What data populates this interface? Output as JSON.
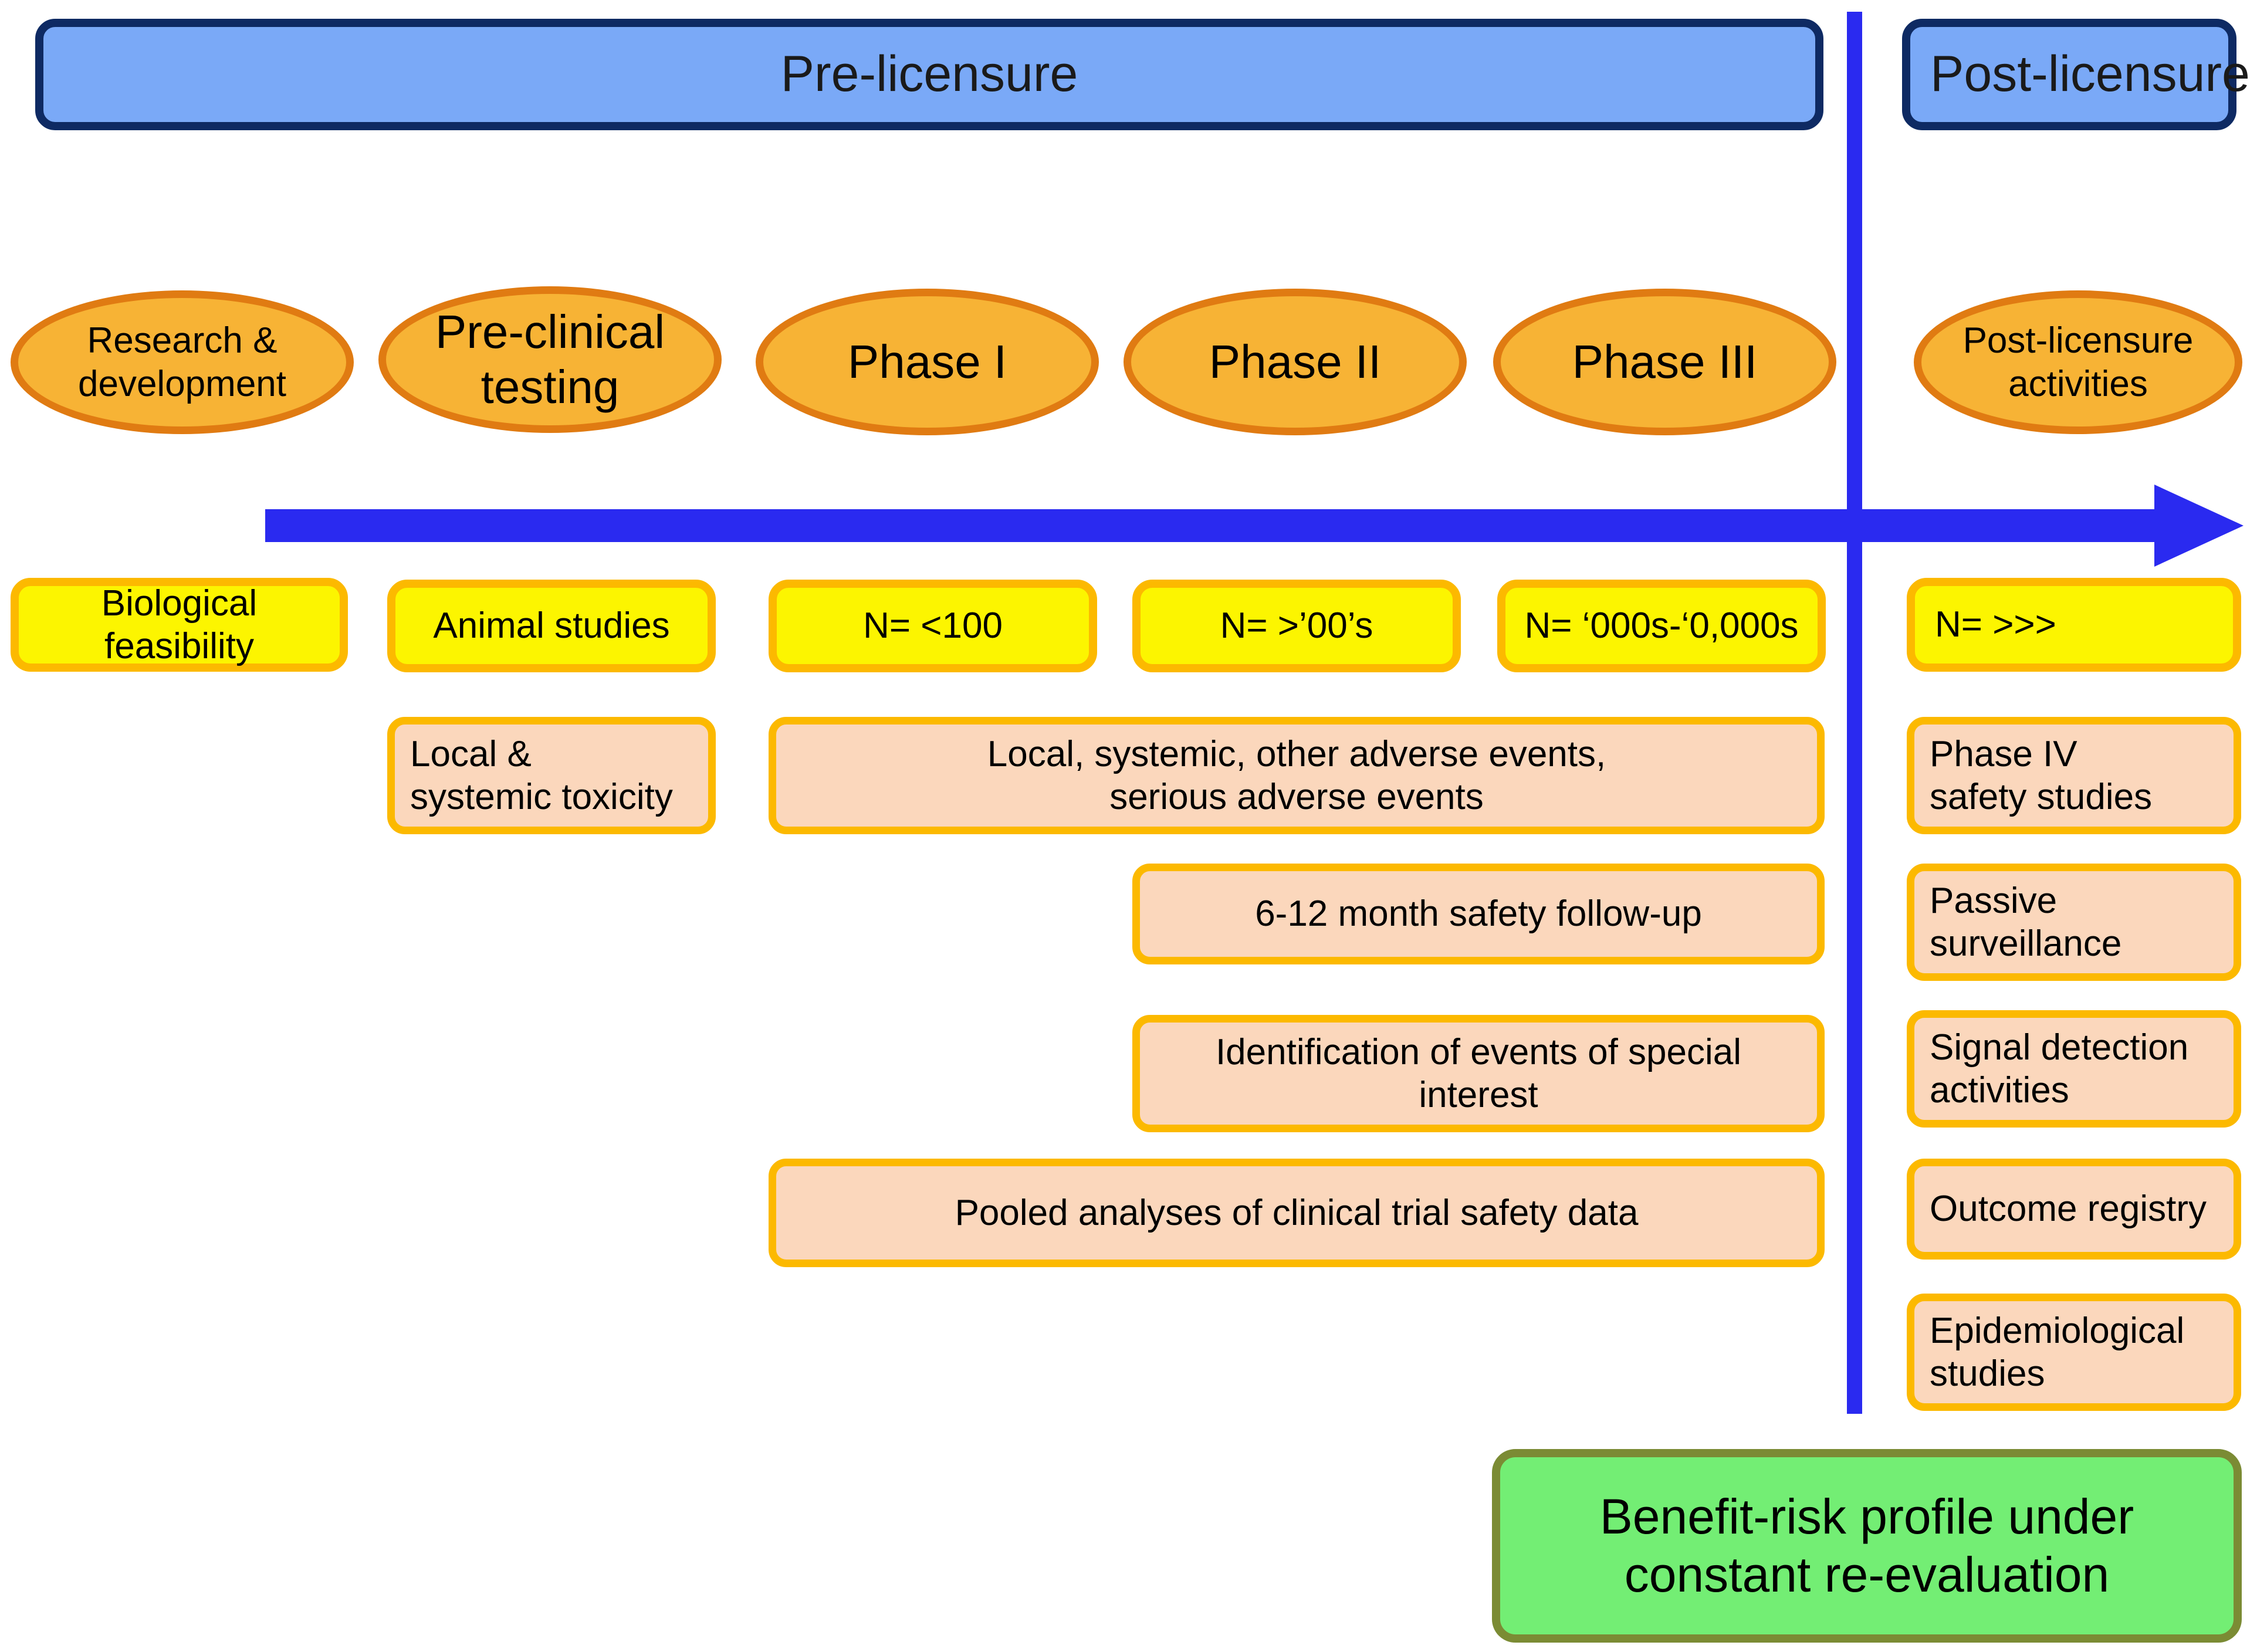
{
  "diagram": {
    "title": "Vaccine safety evaluation across pre-licensure and post-licensure phases",
    "colors": {
      "band_fill": "#7aa9f7",
      "band_border": "#0e2a63",
      "oval_fill": "#f7b335",
      "oval_border": "#e07b12",
      "yellow_fill": "#fcf500",
      "yellow_border": "#fcb900",
      "peach_fill": "#fbd7bc",
      "peach_border": "#fcb900",
      "green_fill": "#73ee74",
      "green_border": "#7b8b34",
      "arrow": "#2a2af0"
    }
  },
  "bands": [
    {
      "id": "pre",
      "label": "Pre-licensure"
    },
    {
      "id": "post",
      "label": "Post-licensure"
    }
  ],
  "stages": [
    {
      "id": "research-development",
      "label": "Research &\ndevelopment"
    },
    {
      "id": "pre-clinical-testing",
      "label": "Pre-clinical\ntesting"
    },
    {
      "id": "phase-1",
      "label": "Phase I"
    },
    {
      "id": "phase-2",
      "label": "Phase II"
    },
    {
      "id": "phase-3",
      "label": "Phase III"
    },
    {
      "id": "post-licensure-activities",
      "label": "Post-licensure\nactivities"
    }
  ],
  "sample_sizes": [
    {
      "id": "biological-feasibility",
      "label": "Biological\nfeasibility"
    },
    {
      "id": "animal-studies",
      "label": "Animal studies"
    },
    {
      "id": "n-phase-1",
      "label": "N= <100"
    },
    {
      "id": "n-phase-2",
      "label": "N= >’00’s"
    },
    {
      "id": "n-phase-3",
      "label": "N= ‘000s-‘0,000s"
    },
    {
      "id": "n-post",
      "label": "N= >>>"
    }
  ],
  "activities_prelicensure": [
    {
      "id": "local-systemic-toxicity",
      "label": "Local &\nsystemic toxicity"
    },
    {
      "id": "adverse-events",
      "label": "Local, systemic, other adverse events,\nserious adverse events"
    },
    {
      "id": "safety-follow-up",
      "label": "6-12 month safety follow-up"
    },
    {
      "id": "events-special-interest",
      "label": "Identification of events of special\ninterest"
    },
    {
      "id": "pooled-analyses",
      "label": "Pooled analyses of clinical trial safety data"
    }
  ],
  "activities_postlicensure": [
    {
      "id": "phase-iv-safety-studies",
      "label": "Phase IV\nsafety studies"
    },
    {
      "id": "passive-surveillance",
      "label": "Passive\nsurveillance"
    },
    {
      "id": "signal-detection",
      "label": "Signal detection\nactivities"
    },
    {
      "id": "outcome-registry",
      "label": "Outcome registry"
    },
    {
      "id": "epidemiological-studies",
      "label": "Epidemiological\nstudies"
    }
  ],
  "summary": {
    "id": "benefit-risk-profile",
    "label": "Benefit-risk profile under\nconstant re-evaluation"
  }
}
